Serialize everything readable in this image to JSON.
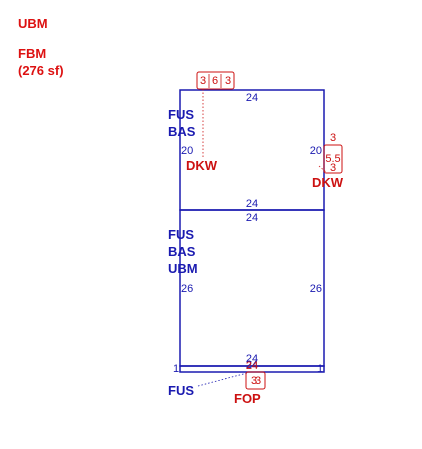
{
  "header": {
    "area_code_1": "UBM",
    "area_code_2": "FBM",
    "area_size": "(276 sf)"
  },
  "colors": {
    "wall": "#1a1ab0",
    "callout": "#dd1111"
  },
  "upper_section": {
    "labels": [
      "FUS",
      "BAS"
    ],
    "dim_top": "24",
    "dim_left": "20",
    "dim_right": "20",
    "dim_bottom": "24"
  },
  "lower_section": {
    "labels": [
      "FUS",
      "BAS",
      "UBM"
    ],
    "dim_top": "24",
    "dim_left": "26",
    "dim_right": "26",
    "dim_bottom": "24"
  },
  "strip": {
    "dim_top": "24",
    "dim_left": "1",
    "dim_right": "1",
    "label": "FUS"
  },
  "top_dkw": {
    "dims": [
      "3",
      "6",
      "3"
    ],
    "label": "DKW"
  },
  "right_dkw": {
    "dim_top": "3",
    "dim_mid": "5.5",
    "dim_bottom": "3",
    "label": "DKW"
  },
  "fop": {
    "dim_top": "24",
    "dims": [
      "3",
      "3"
    ],
    "label": "FOP"
  }
}
